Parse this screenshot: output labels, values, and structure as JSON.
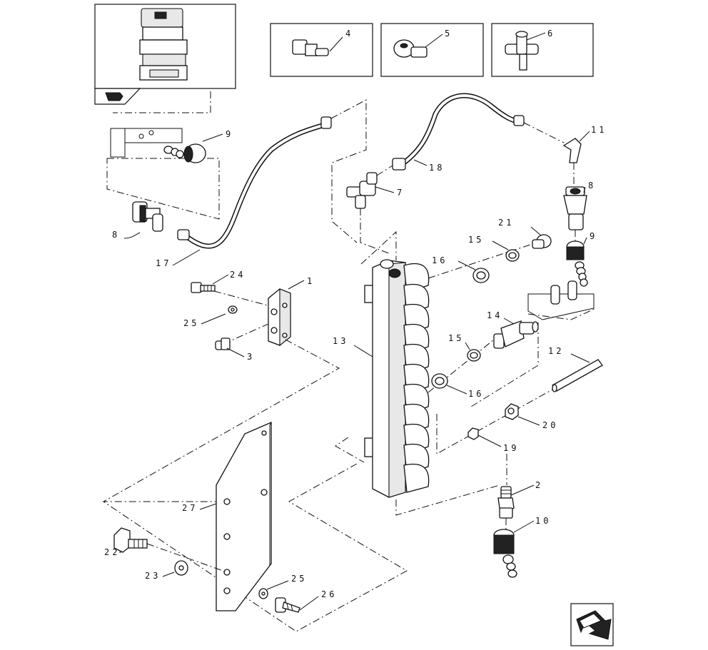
{
  "callouts": {
    "c1": "1",
    "c2": "2",
    "c3": "3",
    "c4": "4",
    "c5": "5",
    "c6": "6",
    "c7": "7",
    "c8a": "8",
    "c8b": "8",
    "c9a": "9",
    "c9b": "9",
    "c10": "10",
    "c11": "11",
    "c12": "12",
    "c13": "13",
    "c14": "14",
    "c15a": "15",
    "c15b": "15",
    "c16a": "16",
    "c16b": "16",
    "c17": "17",
    "c18": "18",
    "c19": "19",
    "c20": "20",
    "c21": "21",
    "c22": "22",
    "c23": "23",
    "c24": "24",
    "c25a": "25",
    "c25b": "25",
    "c26": "26",
    "c27": "27"
  },
  "icons": {
    "thumbnail": "assembly-thumbnail-icon",
    "page_back": "page-back-icon",
    "next_page": "next-page-arrow-icon"
  }
}
